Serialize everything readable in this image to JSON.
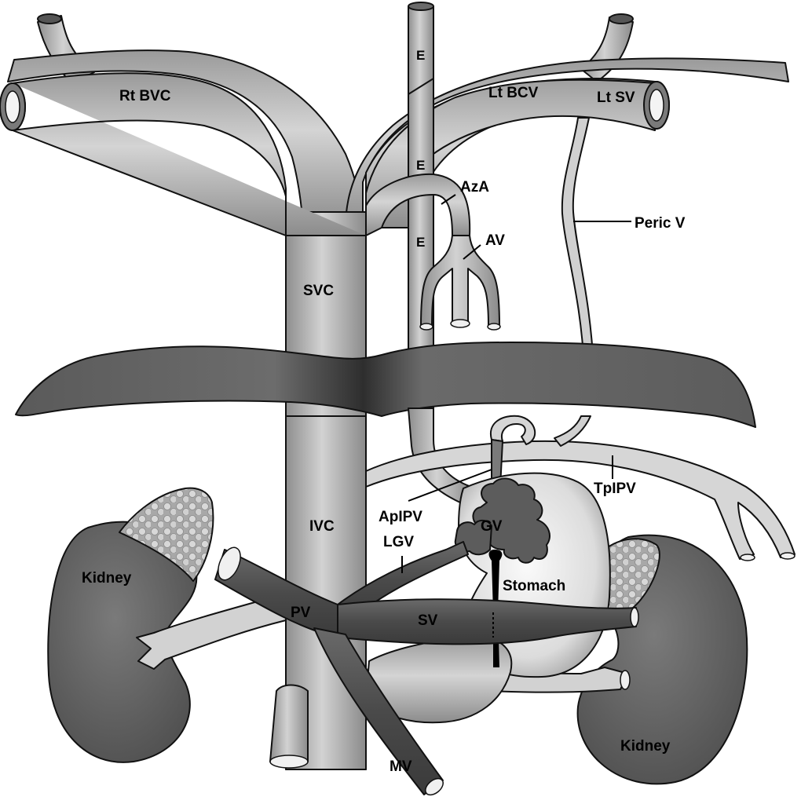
{
  "labels": {
    "rt_bvc": "Rt BVC",
    "lt_bcv": "Lt BCV",
    "lt_sv": "Lt SV",
    "esophagus_1": "E",
    "esophagus_2": "E",
    "esophagus_3": "E",
    "aza": "AzA",
    "av": "AV",
    "peric_v": "Peric V",
    "svc": "SVC",
    "ivc": "IVC",
    "aplpv": "ApIPV",
    "tplpv": "TpIPV",
    "gv": "GV",
    "lgv": "LGV",
    "stomach": "Stomach",
    "kidney_left": "Kidney",
    "kidney_right": "Kidney",
    "pv": "PV",
    "sv": "SV",
    "mv": "MV"
  },
  "colors": {
    "vein_light": "#c8c8c8",
    "vein_mid": "#a9a9a9",
    "vein_dark": "#5f5f5f",
    "portal_dark": "#4d4d4d",
    "diaphragm": "#626262",
    "kidney": "#6a6a6a",
    "stomach": "#e6e6e6",
    "adrenal": "#bdbdbd",
    "outline": "#111111"
  }
}
